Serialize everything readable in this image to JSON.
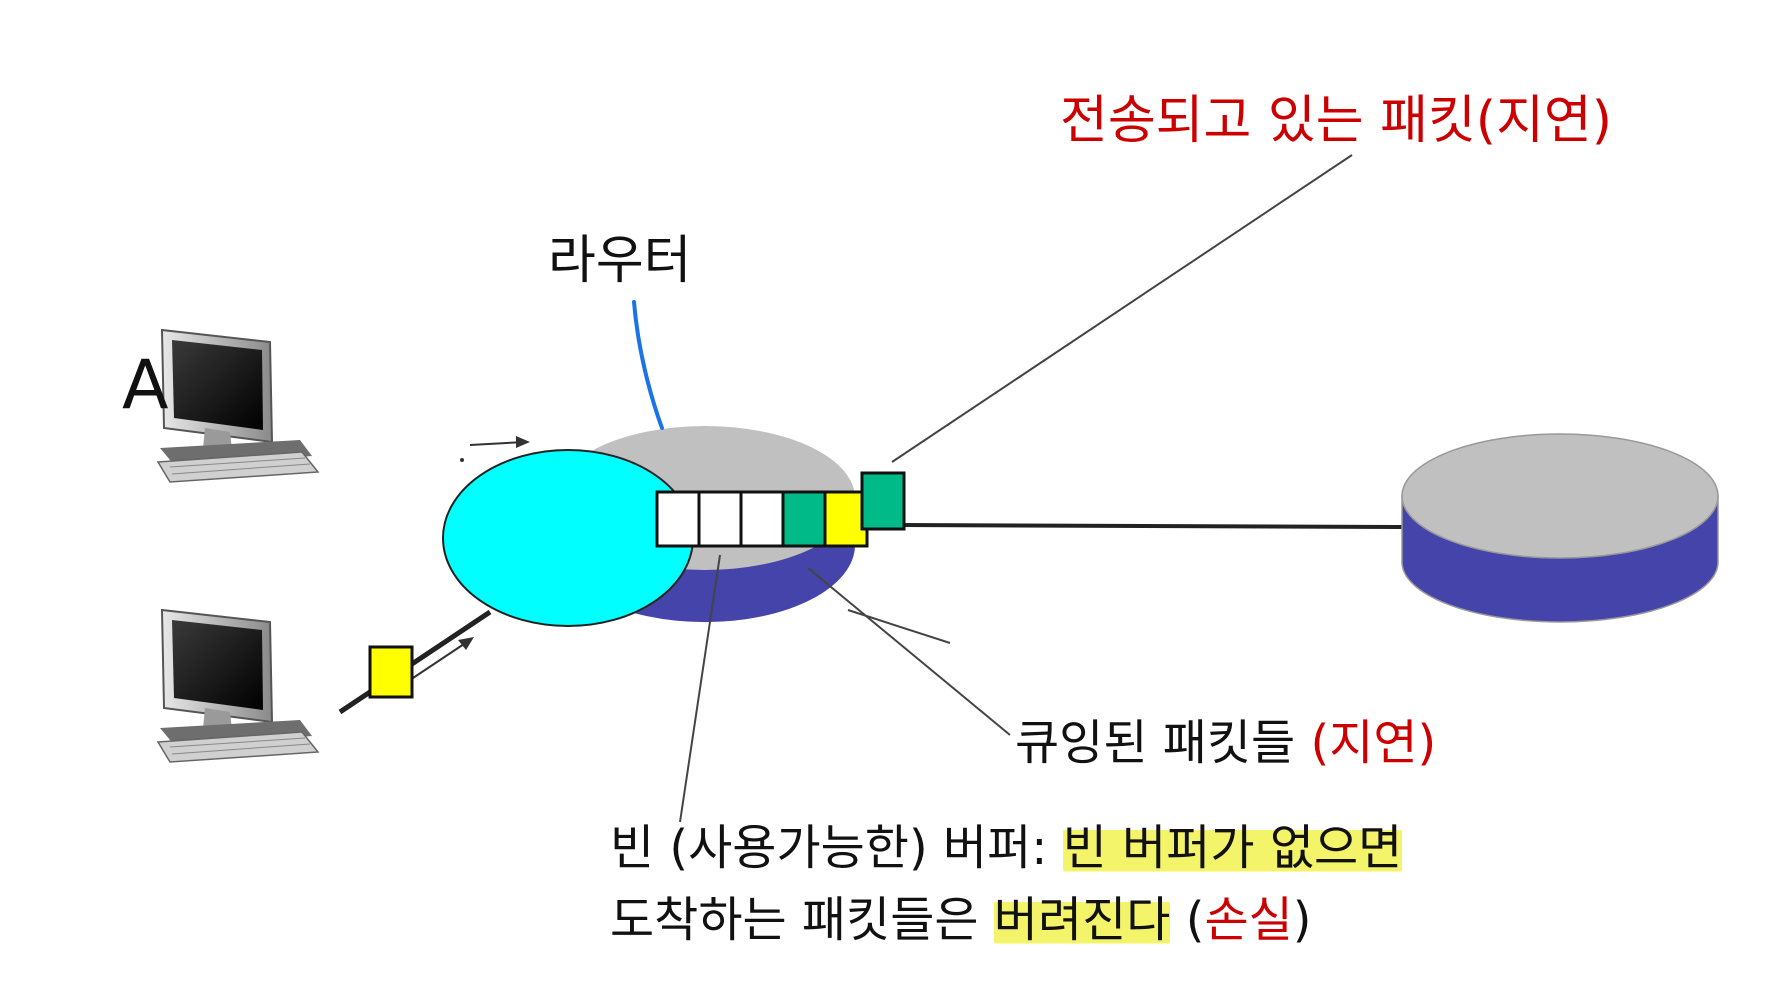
{
  "labels": {
    "transmitting": "전송되고 있는 패킷(지연)",
    "router": "라우터",
    "host_a": "A",
    "queued_main": "큐잉된 패킷들",
    "queued_delay": "(지연)",
    "buffer_line1_a": "빈 (사용가능한) 버퍼: ",
    "buffer_line1_hl": "빈 버퍼가 없으면",
    "buffer_line2_a": "도착하는 패킷들은 ",
    "buffer_line2_hl": "버려진다",
    "buffer_line2_open": "(",
    "buffer_line2_loss": "손실",
    "buffer_line2_close": ")"
  },
  "colors": {
    "highlight_text": "#cc0000",
    "router_top": "#c0c0c0",
    "router_side": "#4444aa",
    "ellipse": "#00ffff",
    "packet_green": "#00bb88",
    "packet_yellow": "#ffff00",
    "highlighter": "#f4f46a",
    "leader_blue": "#1a73e8"
  },
  "queue": {
    "slots": [
      "empty",
      "empty",
      "empty",
      "green",
      "yellow"
    ],
    "transmitting_packet": "green",
    "arriving_packet": "yellow"
  }
}
